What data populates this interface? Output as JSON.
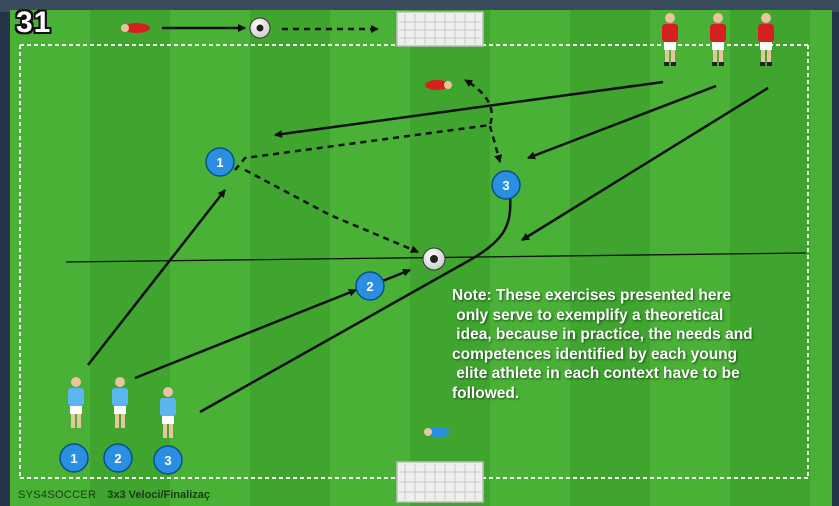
{
  "diagram": {
    "number": "31",
    "footer_brand": "SYS4SOCCER",
    "footer_title": "3x3 Veloci/Finalizaç",
    "note_lines": [
      "Note: These exercises presented here",
      " only serve to exemplify a theoretical",
      " idea, because in practice, the needs and",
      "competences identified by each young",
      " elite athlete in each context have to be",
      "followed."
    ],
    "attacker_labels": [
      "1",
      "2",
      "3"
    ],
    "colors": {
      "pitch": "#3fa52f",
      "pitch_stripe": "#48b136",
      "lines": "#f2f7ee",
      "attacker": "#2a8fe0",
      "defender": "#d62020",
      "arrows": "#0f0f0f"
    }
  }
}
